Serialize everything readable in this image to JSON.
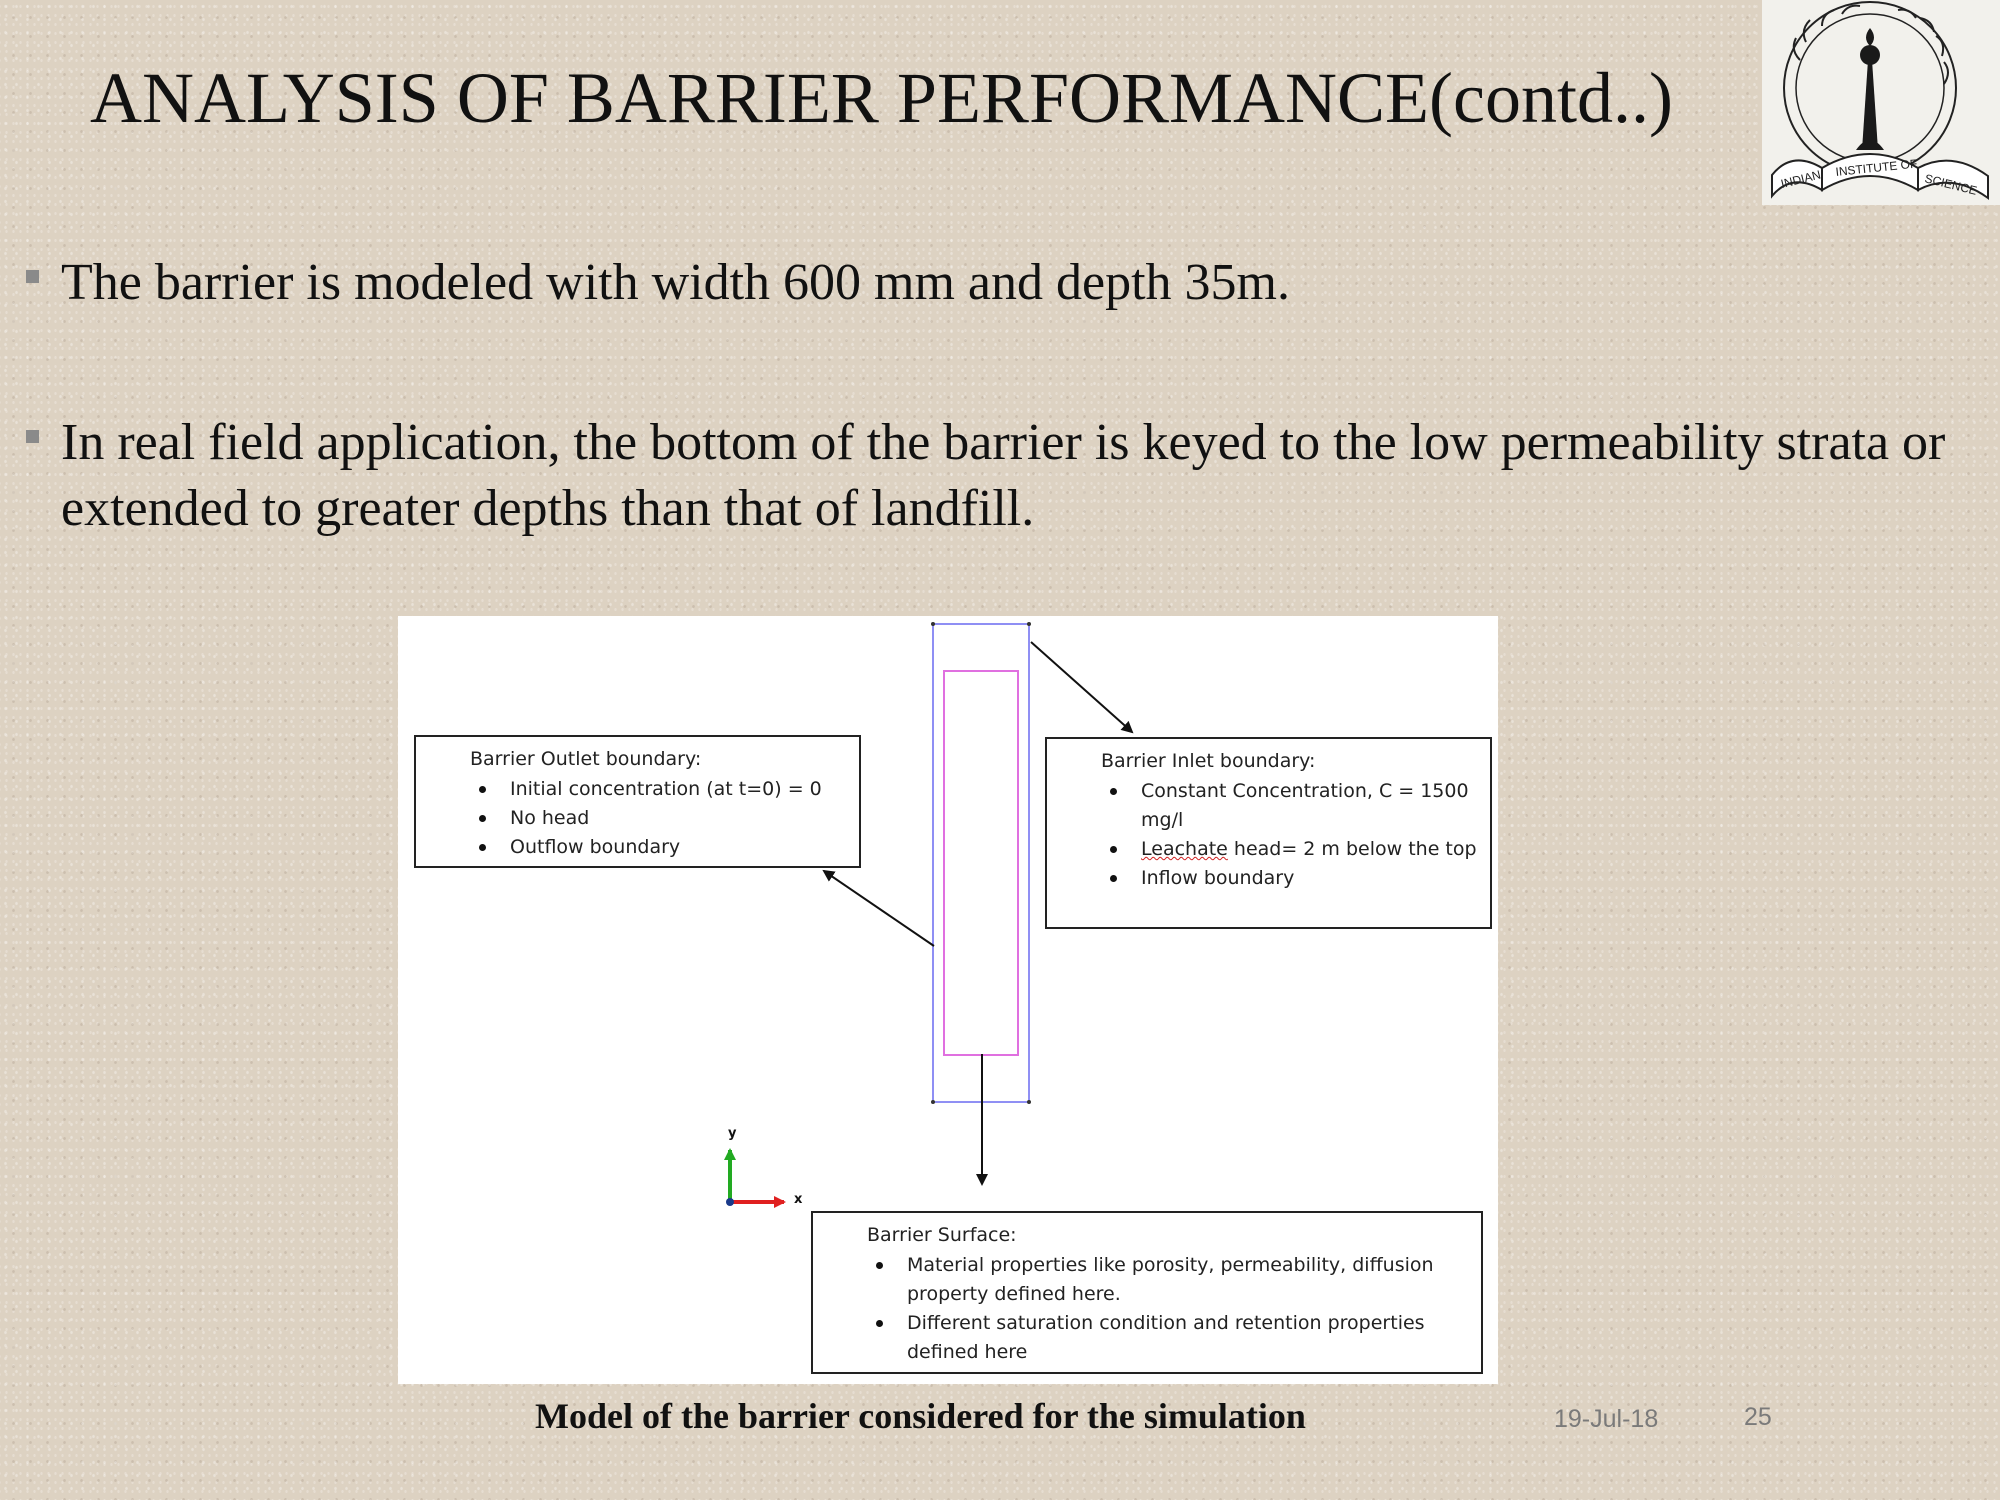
{
  "slide": {
    "title": "ANALYSIS OF BARRIER PERFORMANCE(contd..)",
    "bullets": [
      "The barrier is modeled with width 600 mm and depth 35m.",
      "In real field application, the bottom of the barrier is keyed to the low  permeability strata or extended to greater depths than that of landfill."
    ],
    "caption": "Model of the barrier considered for the simulation",
    "date": "19-Jul-18",
    "page_number": "25"
  },
  "logo": {
    "icon": "institute-seal-icon",
    "text_left": "INDIAN",
    "text_mid": "INSTITUTE OF",
    "text_right": "SCIENCE"
  },
  "diagram": {
    "outlet": {
      "title": "Barrier Outlet boundary:",
      "items": [
        "Initial concentration (at t=0) = 0",
        "No head",
        "Outflow boundary"
      ]
    },
    "inlet": {
      "title": "Barrier Inlet boundary:",
      "items": [
        "Constant Concentration, C = 1500 mg/l",
        "Leachate head= 2 m below the top",
        "Inflow boundary"
      ],
      "misspelled_word": "Leachate",
      "item2_rest": " head= 2 m below the top"
    },
    "surface": {
      "title": "Barrier Surface:",
      "items": [
        "Material properties like porosity, permeability, diffusion property defined here.",
        "Different saturation condition and retention properties defined here"
      ]
    },
    "axes": {
      "y": "y",
      "x": "x"
    },
    "colors": {
      "outer_boundary": "#6a6af0",
      "inner_boundary": "#e070e0",
      "y_axis": "#22aa22",
      "x_axis": "#e02020"
    }
  }
}
